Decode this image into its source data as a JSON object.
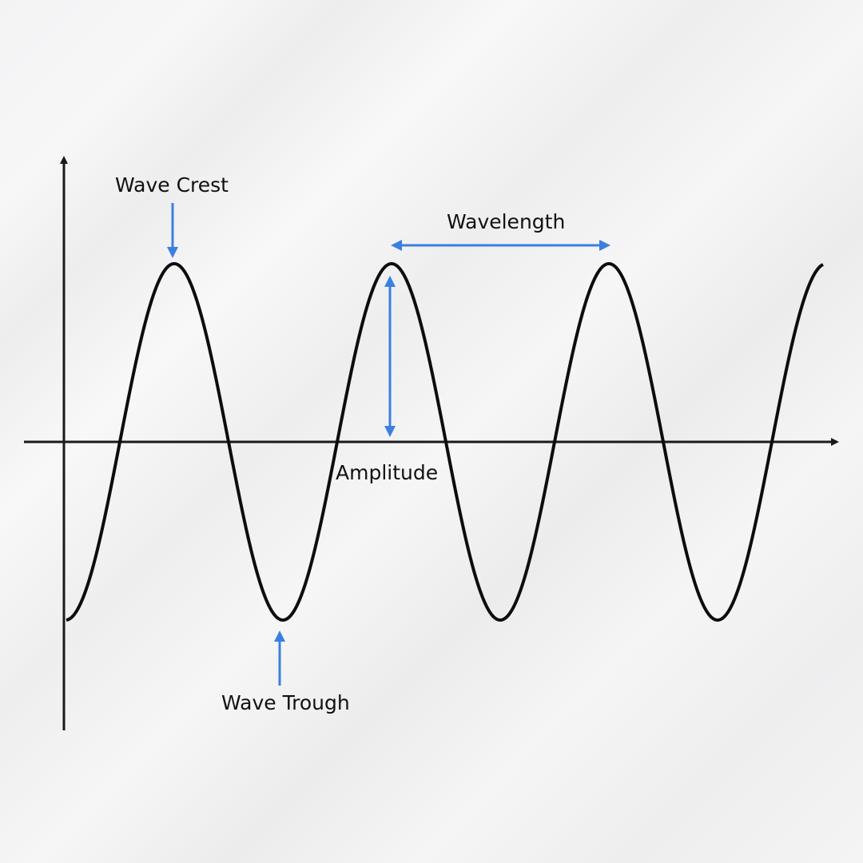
{
  "labels": {
    "crest": "Wave Crest",
    "wavelength": "Wavelength",
    "amplitude": "Amplitude",
    "trough": "Wave Trough"
  },
  "colors": {
    "wave": "#0d0d0d",
    "axes": "#1a1a1a",
    "annotation": "#3b7fe0",
    "background": "#f2f2f3"
  }
}
